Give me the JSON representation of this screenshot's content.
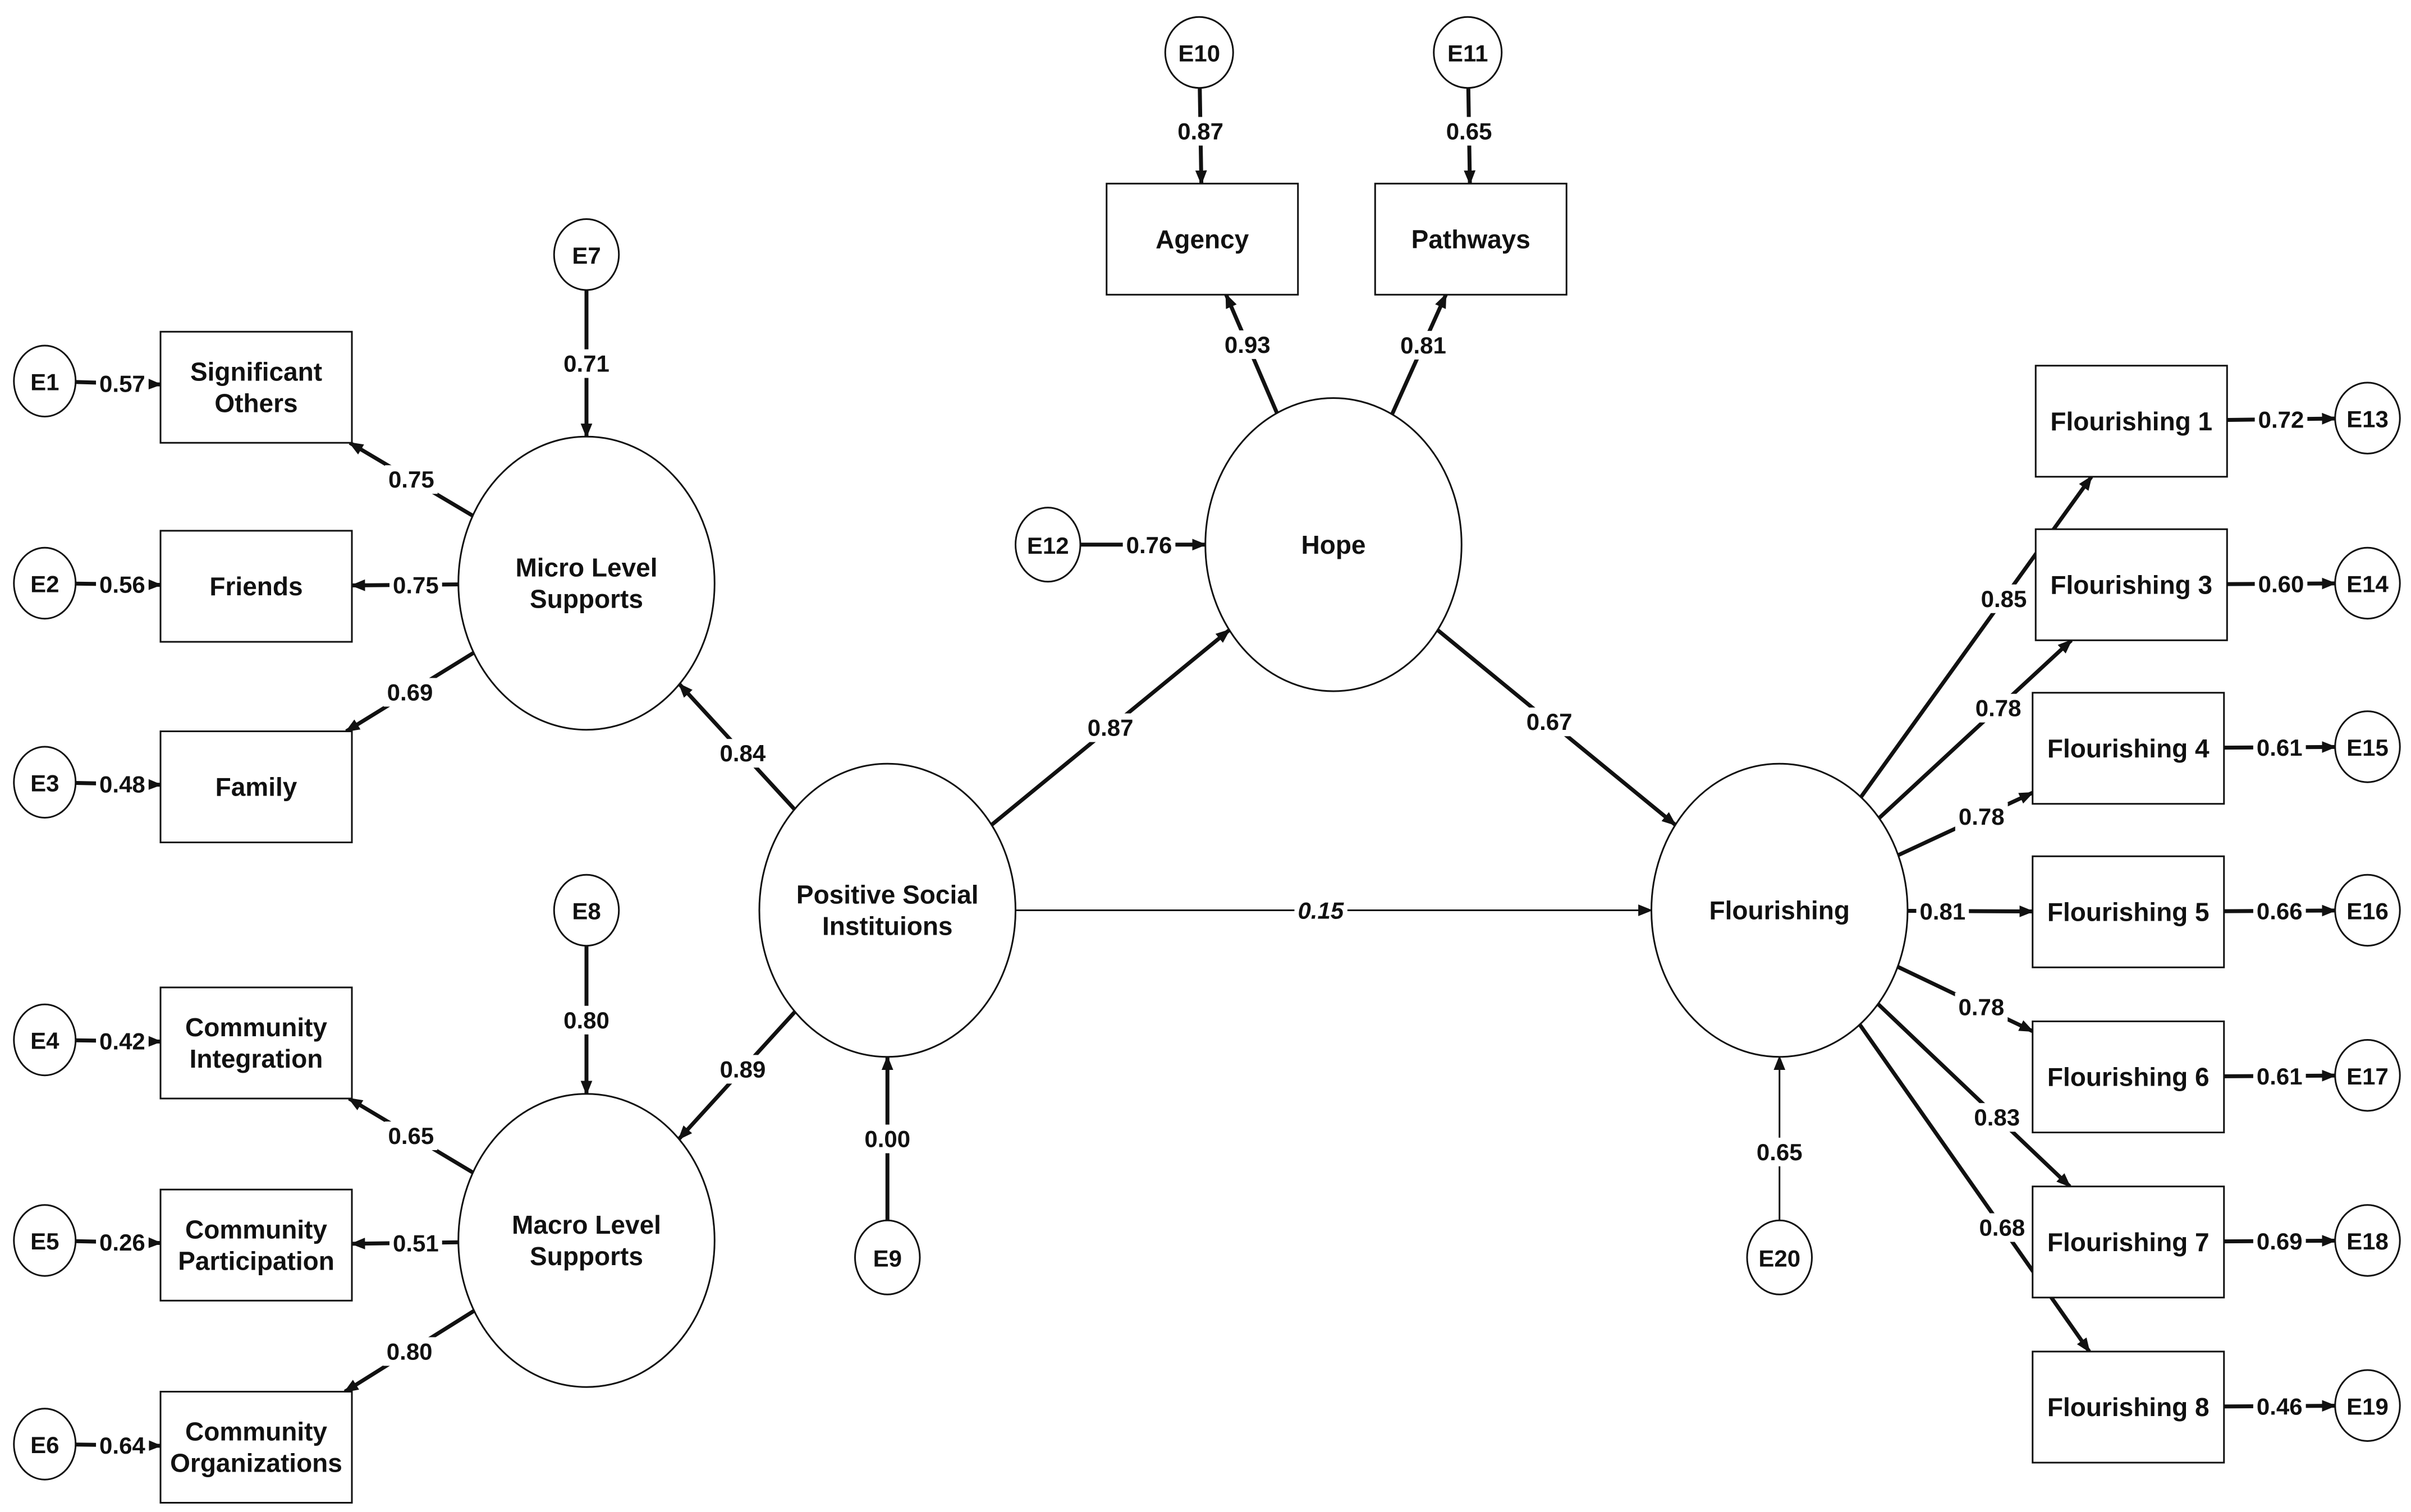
{
  "diagram": {
    "latents": {
      "micro": [
        "Micro Level",
        "Supports"
      ],
      "macro": [
        "Macro Level",
        "Supports"
      ],
      "psi": [
        "Positive Social",
        "Instituions"
      ],
      "hope": [
        "Hope"
      ],
      "flour": [
        "Flourishing"
      ]
    },
    "observed": {
      "sig_others": [
        "Significant",
        "Others"
      ],
      "friends": [
        "Friends"
      ],
      "family": [
        "Family"
      ],
      "comm_int": [
        "Community",
        "Integration"
      ],
      "comm_part": [
        "Community",
        "Participation"
      ],
      "comm_org": [
        "Community",
        "Organizations"
      ],
      "agency": [
        "Agency"
      ],
      "pathways": [
        "Pathways"
      ],
      "fl1": [
        "Flourishing 1"
      ],
      "fl3": [
        "Flourishing 3"
      ],
      "fl4": [
        "Flourishing 4"
      ],
      "fl5": [
        "Flourishing 5"
      ],
      "fl6": [
        "Flourishing 6"
      ],
      "fl7": [
        "Flourishing 7"
      ],
      "fl8": [
        "Flourishing 8"
      ]
    },
    "errors": {
      "E1": "E1",
      "E2": "E2",
      "E3": "E3",
      "E4": "E4",
      "E5": "E5",
      "E6": "E6",
      "E7": "E7",
      "E8": "E8",
      "E9": "E9",
      "E10": "E10",
      "E11": "E11",
      "E12": "E12",
      "E13": "E13",
      "E14": "E14",
      "E15": "E15",
      "E16": "E16",
      "E17": "E17",
      "E18": "E18",
      "E19": "E19",
      "E20": "E20"
    },
    "paths": [
      {
        "from": "E1",
        "to": "sig_others",
        "value": "0.57"
      },
      {
        "from": "E2",
        "to": "friends",
        "value": "0.56"
      },
      {
        "from": "E3",
        "to": "family",
        "value": "0.48"
      },
      {
        "from": "E4",
        "to": "comm_int",
        "value": "0.42"
      },
      {
        "from": "E5",
        "to": "comm_part",
        "value": "0.26"
      },
      {
        "from": "E6",
        "to": "comm_org",
        "value": "0.64"
      },
      {
        "from": "micro",
        "to": "sig_others",
        "value": "0.75"
      },
      {
        "from": "micro",
        "to": "friends",
        "value": "0.75"
      },
      {
        "from": "micro",
        "to": "family",
        "value": "0.69"
      },
      {
        "from": "E7",
        "to": "micro",
        "value": "0.71"
      },
      {
        "from": "macro",
        "to": "comm_int",
        "value": "0.65"
      },
      {
        "from": "macro",
        "to": "comm_part",
        "value": "0.51"
      },
      {
        "from": "macro",
        "to": "comm_org",
        "value": "0.80"
      },
      {
        "from": "E8",
        "to": "macro",
        "value": "0.80"
      },
      {
        "from": "psi",
        "to": "micro",
        "value": "0.84"
      },
      {
        "from": "psi",
        "to": "macro",
        "value": "0.89"
      },
      {
        "from": "E9",
        "to": "psi",
        "value": "0.00"
      },
      {
        "from": "psi",
        "to": "hope",
        "value": "0.87"
      },
      {
        "from": "psi",
        "to": "flour",
        "value": "0.15"
      },
      {
        "from": "E12",
        "to": "hope",
        "value": "0.76"
      },
      {
        "from": "hope",
        "to": "agency",
        "value": "0.93"
      },
      {
        "from": "hope",
        "to": "pathways",
        "value": "0.81"
      },
      {
        "from": "E10",
        "to": "agency",
        "value": "0.87"
      },
      {
        "from": "E11",
        "to": "pathways",
        "value": "0.65"
      },
      {
        "from": "hope",
        "to": "flour",
        "value": "0.67"
      },
      {
        "from": "E20",
        "to": "flour",
        "value": "0.65"
      },
      {
        "from": "flour",
        "to": "fl1",
        "value": "0.85"
      },
      {
        "from": "flour",
        "to": "fl3",
        "value": "0.78"
      },
      {
        "from": "flour",
        "to": "fl4",
        "value": "0.78"
      },
      {
        "from": "flour",
        "to": "fl5",
        "value": "0.81"
      },
      {
        "from": "flour",
        "to": "fl6",
        "value": "0.78"
      },
      {
        "from": "flour",
        "to": "fl7",
        "value": "0.83"
      },
      {
        "from": "flour",
        "to": "fl8",
        "value": "0.68"
      },
      {
        "from": "fl1",
        "to": "E13",
        "value": "0.72"
      },
      {
        "from": "fl3",
        "to": "E14",
        "value": "0.60"
      },
      {
        "from": "fl4",
        "to": "E15",
        "value": "0.61"
      },
      {
        "from": "fl5",
        "to": "E16",
        "value": "0.66"
      },
      {
        "from": "fl6",
        "to": "E17",
        "value": "0.61"
      },
      {
        "from": "fl7",
        "to": "E18",
        "value": "0.69"
      },
      {
        "from": "fl8",
        "to": "E19",
        "value": "0.46"
      }
    ]
  }
}
